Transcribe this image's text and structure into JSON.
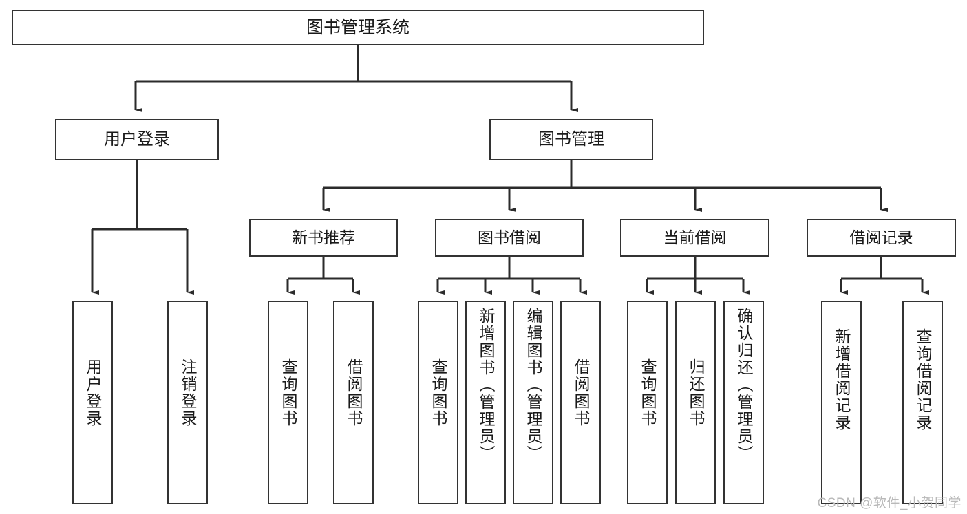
{
  "diagram": {
    "title": "图书管理系统",
    "type": "tree",
    "root": {
      "label": "图书管理系统"
    },
    "level2": [
      {
        "label": "用户登录"
      },
      {
        "label": "图书管理"
      }
    ],
    "level3": [
      {
        "label": "新书推荐"
      },
      {
        "label": "图书借阅"
      },
      {
        "label": "当前借阅"
      },
      {
        "label": "借阅记录"
      }
    ],
    "leaves": {
      "user_login": [
        {
          "label": "用户登录"
        },
        {
          "label": "注销登录"
        }
      ],
      "new_book_recommend": [
        {
          "label": "查询图书"
        },
        {
          "label": "借阅图书"
        }
      ],
      "book_borrow": [
        {
          "label": "查询图书"
        },
        {
          "label": "新增图书（管理员）"
        },
        {
          "label": "编辑图书（管理员）"
        },
        {
          "label": "借阅图书"
        }
      ],
      "current_borrow": [
        {
          "label": "查询图书"
        },
        {
          "label": "归还图书"
        },
        {
          "label": "确认归还（管理员）"
        }
      ],
      "borrow_record": [
        {
          "label": "新增借阅记录"
        },
        {
          "label": "查询借阅记录"
        }
      ]
    }
  },
  "watermark": {
    "text": "CSDN @软件_小贺同学"
  },
  "colors": {
    "box_border": "#333333",
    "box_fill": "#ffffff",
    "text": "#1a1a1a",
    "edge": "#2b2b2b",
    "watermark": "#b9b9b9"
  }
}
